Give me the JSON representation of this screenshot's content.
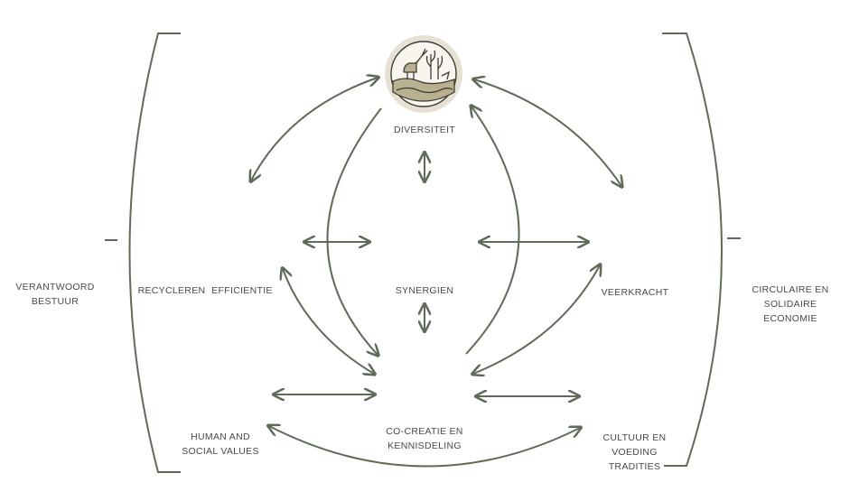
{
  "colors": {
    "line": "#5f6b58",
    "circle_ring": "#e6e1d2",
    "circle_fill": "#f7f5ee",
    "icon_fill": "#b8b08f",
    "icon_stroke": "#3d3d36",
    "text": "#4a4a44"
  },
  "nodes": {
    "diversiteit": {
      "label": "DIVERSITEIT",
      "icon": "goat-plants-water-icon"
    },
    "synergien": {
      "label": "SYNERGIEN",
      "icon": "gears-icon"
    },
    "cocreatie": {
      "label_line1": "CO-CREATIE EN",
      "label_line2": "KENNISDELING",
      "icon": "trees-window-icon"
    },
    "recycleren": {
      "label": "RECYCLEREN",
      "icon": "cow-leaves-icon"
    },
    "efficientie": {
      "label": "EFFICIENTIE",
      "icon": "sun-seedlings-icon"
    },
    "veerkracht": {
      "label": "VEERKRACHT",
      "icon": "rain-plant-icon"
    },
    "human": {
      "label_line1": "HUMAN AND",
      "label_line2": "SOCIAL VALUES",
      "icon": "farmers-hand-icon"
    },
    "cultuur": {
      "label_line1": "CULTUUR EN",
      "label_line2": "VOEDING",
      "label_line3": "TRADITIES",
      "icon": "cutlery-icon"
    },
    "bestuur": {
      "label_line1": "VERANTWOORD",
      "label_line2": "BESTUUR",
      "icon": "scales-icon"
    },
    "circulaire": {
      "label_line1": "CIRCULAIRE EN",
      "label_line2": "SOLIDAIRE",
      "label_line3": "ECONOMIE",
      "icon": "apple-hand-cycle-icon"
    }
  }
}
